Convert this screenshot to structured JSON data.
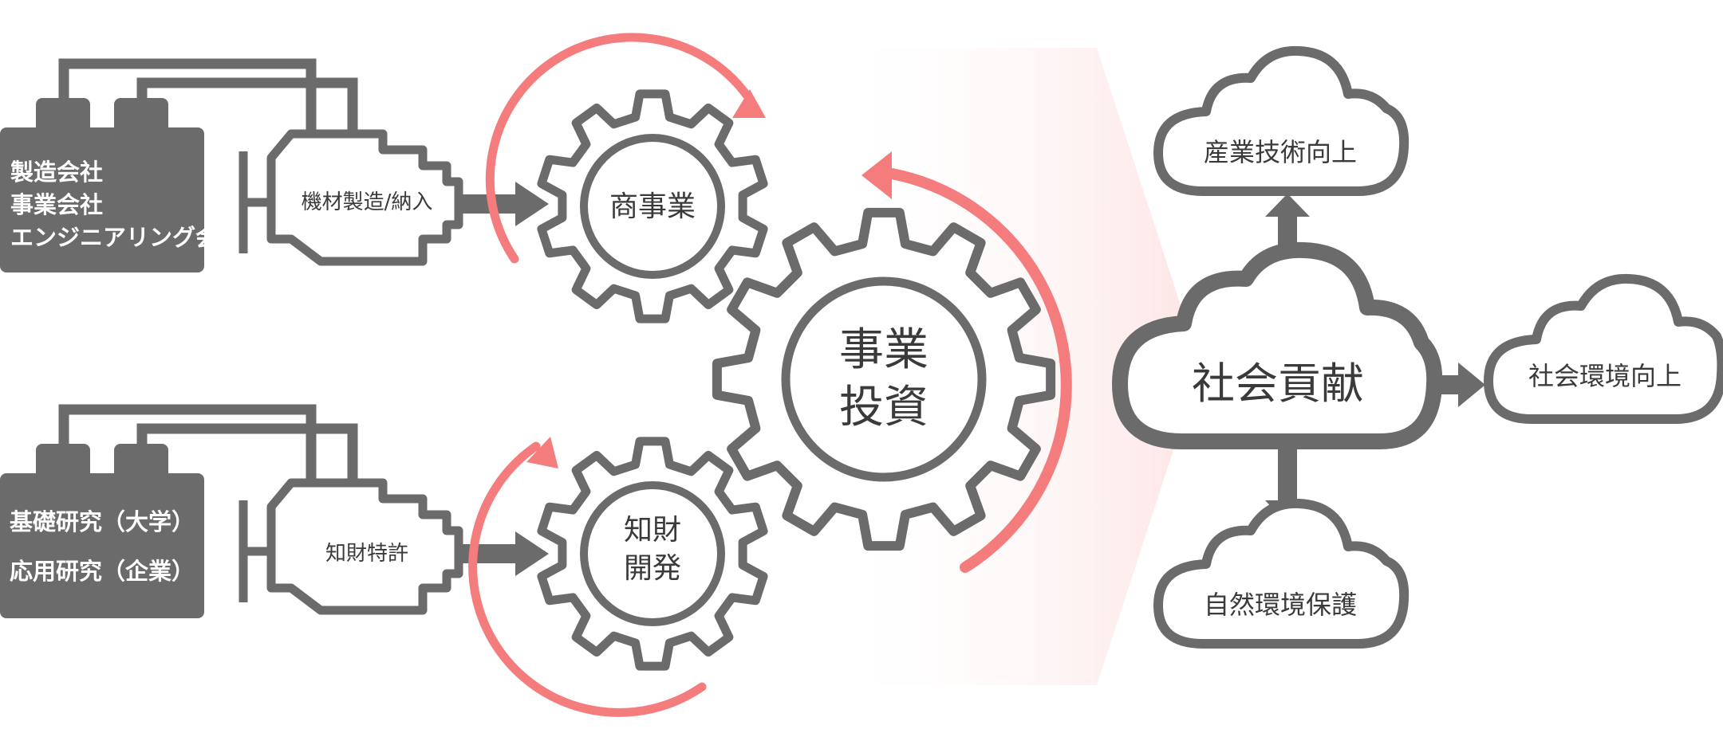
{
  "colors": {
    "gray": "#6b6b6b",
    "accent": "#f47c7c",
    "gradient_start": "#fde4e4",
    "text": "#3a3a3a",
    "white": "#ffffff"
  },
  "producers": {
    "top": {
      "lines": [
        "製造会社",
        "事業会社",
        "エンジニアリング会社"
      ]
    },
    "bottom": {
      "lines": [
        "基礎研究（大学）",
        "応用研究（企業）"
      ]
    }
  },
  "engines": {
    "top": {
      "label": "機材製造/納入"
    },
    "bottom": {
      "label": "知財特許"
    }
  },
  "gears": {
    "small_top": {
      "label": "商事業"
    },
    "small_bottom": {
      "lines": [
        "知財",
        "開発"
      ]
    },
    "large": {
      "lines": [
        "事業",
        "投資"
      ]
    }
  },
  "clouds": {
    "center": {
      "label": "社会貢献"
    },
    "top": {
      "label": "産業技術向上"
    },
    "right": {
      "label": "社会環境向上"
    },
    "bottom": {
      "label": "自然環境保護"
    }
  }
}
